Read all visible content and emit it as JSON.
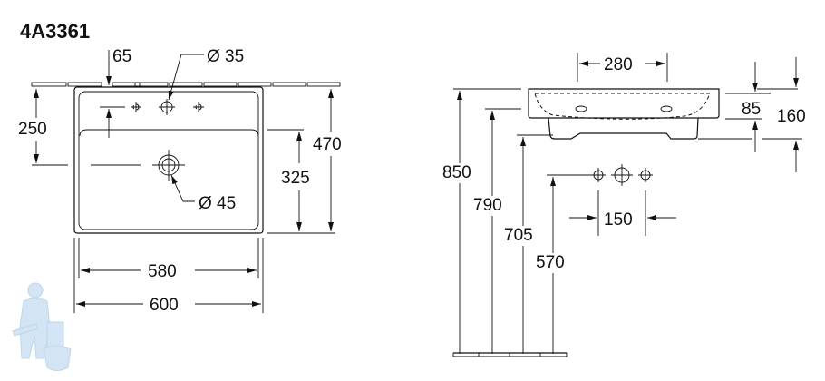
{
  "title": "4A3361",
  "front_view": {
    "dim_top_offset": "65",
    "tap_hole_diameter": "Ø 35",
    "drain_diameter": "Ø 45",
    "dim_drain_from_top": "250",
    "dim_bowl_depth": "325",
    "dim_total_depth": "470",
    "dim_inner_width": "580",
    "dim_total_width": "600"
  },
  "side_view": {
    "dim_overflow_spacing": "280",
    "dim_height_top": "850",
    "dim_height_overflow": "790",
    "dim_height_bottom": "705",
    "dim_height_supply": "570",
    "dim_supply_spacing": "150",
    "dim_rim_height": "85",
    "dim_total_height": "160"
  },
  "colors": {
    "line": "#111111",
    "logo": "#cfe3f3"
  }
}
